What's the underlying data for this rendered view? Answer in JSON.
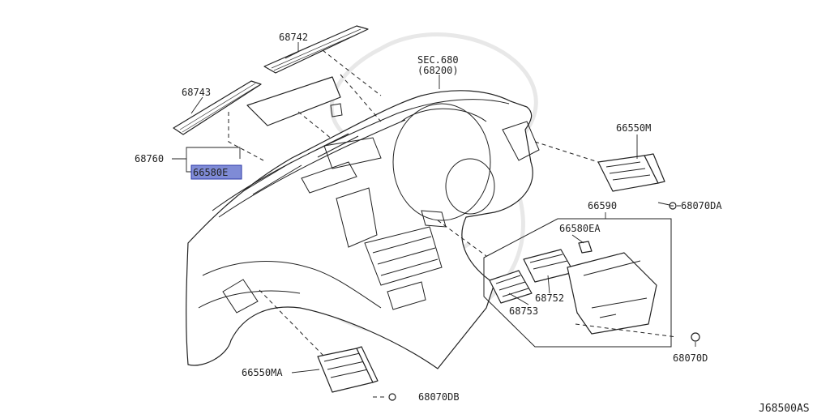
{
  "diagram": {
    "labels": {
      "p68742": "68742",
      "p68743": "68743",
      "p68760": "68760",
      "p66580e": "66580E",
      "sec_line1": "SEC.680",
      "sec_line2": "(68200)",
      "p66550m": "66550M",
      "p68070da": "68070DA",
      "p66590": "66590",
      "p66580ea": "66580EA",
      "p68752": "68752",
      "p68753": "68753",
      "p68070d": "68070D",
      "p66550ma": "66550MA",
      "p68070db": "68070DB"
    },
    "figure_id": "J68500AS",
    "highlight_color": "#7f8bd6"
  }
}
